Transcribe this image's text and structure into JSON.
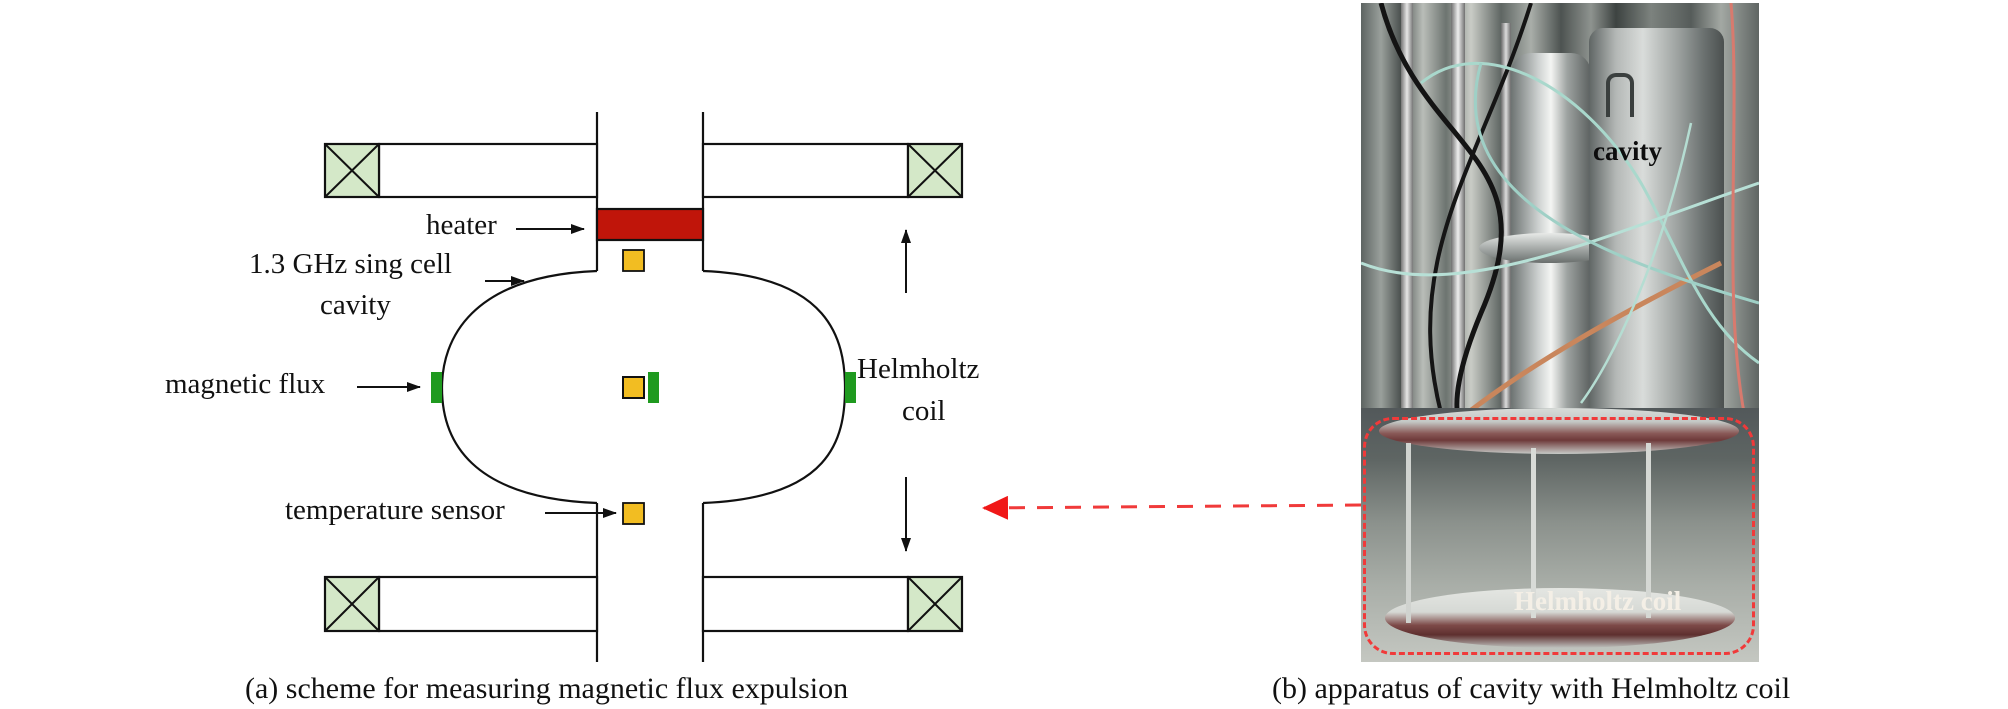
{
  "figure": {
    "panel_a": {
      "caption": "(a) scheme for measuring magnetic flux expulsion",
      "labels": {
        "heater": "heater",
        "cavity_line1": "1.3 GHz sing cell",
        "cavity_line2": "cavity",
        "magnetic_flux": "magnetic flux",
        "helmholtz_line1": "Helmholtz",
        "helmholtz_line2": "coil",
        "temperature_sensor": "temperature sensor"
      },
      "components": [
        {
          "name": "helmholtz-coil-top",
          "type": "coil-pair",
          "symbol": "cross-box"
        },
        {
          "name": "helmholtz-coil-bottom",
          "type": "coil-pair",
          "symbol": "cross-box"
        },
        {
          "name": "heater",
          "type": "heater-block"
        },
        {
          "name": "cavity",
          "type": "single-cell-elliptical-cavity"
        },
        {
          "name": "beam-pipe",
          "type": "pipe"
        },
        {
          "name": "temperature-sensors",
          "count": 3
        },
        {
          "name": "flux-gate-sensors",
          "count": 3
        },
        {
          "name": "field-direction-arrows",
          "directions": [
            "up",
            "down"
          ]
        }
      ],
      "colors": {
        "coil_fill": "#d4e8c8",
        "heater_fill": "#c0150a",
        "temperature_sensor_fill": "#f2bd22",
        "flux_sensor_fill": "#1f9a1f",
        "line": "#111111"
      }
    },
    "panel_b": {
      "caption": "(b) apparatus of cavity with Helmholtz coil",
      "labels": {
        "cavity": "cavity",
        "helmholtz_coil": "Helmholtz coil"
      },
      "highlight_color": "#f03a3a"
    },
    "connector": {
      "style": "dashed-arrow",
      "from": "panel_b.helmholtz_coil_region",
      "to": "panel_a.scheme",
      "color": "#f01818"
    }
  }
}
